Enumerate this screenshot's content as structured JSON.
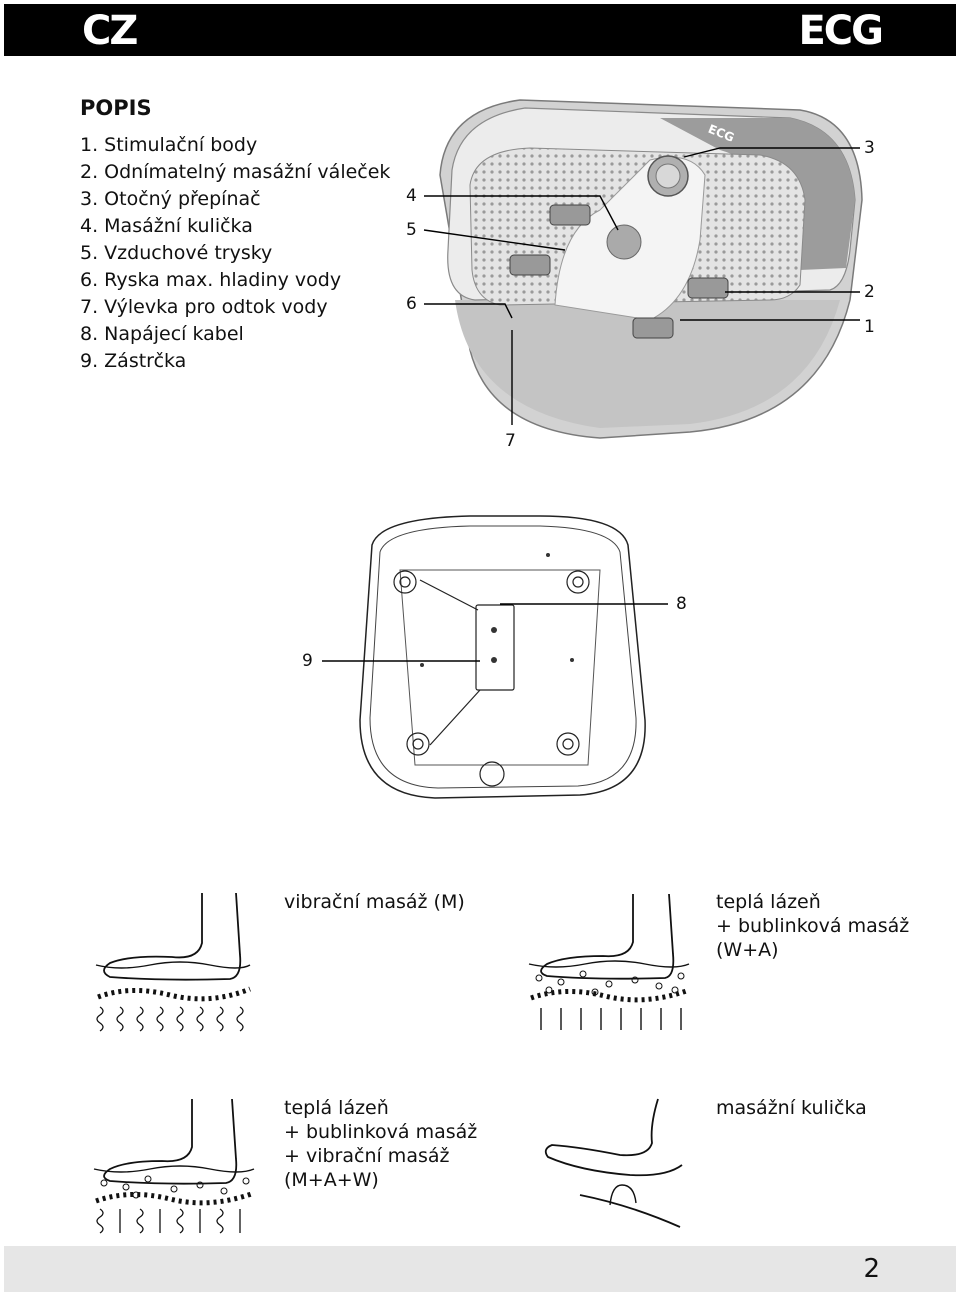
{
  "header": {
    "lang": "CZ",
    "brand": "ECG"
  },
  "section_title": "POPIS",
  "parts": [
    "1. Stimulační body",
    "2. Odnímatelný masážní váleček",
    "3. Otočný přepínač",
    "4. Masážní kulička",
    "5. Vzduchové trysky",
    "6. Ryska max. hladiny vody",
    "7. Výlevka pro odtok vody",
    "8. Napájecí kabel",
    "9. Zástrčka"
  ],
  "device_logo": "ECG",
  "top_callouts": {
    "c1": "1",
    "c2": "2",
    "c3": "3",
    "c4": "4",
    "c5": "5",
    "c6": "6",
    "c7": "7"
  },
  "bottom_callouts": {
    "c8": "8",
    "c9": "9"
  },
  "modes": [
    {
      "lines": [
        "vibrační masáž (M)"
      ]
    },
    {
      "lines": [
        "teplá lázeň",
        "+ bublinková masáž",
        "(W+A)"
      ]
    },
    {
      "lines": [
        "teplá lázeň",
        "+ bublinková masáž",
        "+ vibrační masáž",
        "(M+A+W)"
      ]
    },
    {
      "lines": [
        "masážní kulička"
      ]
    }
  ],
  "page_number": "2"
}
